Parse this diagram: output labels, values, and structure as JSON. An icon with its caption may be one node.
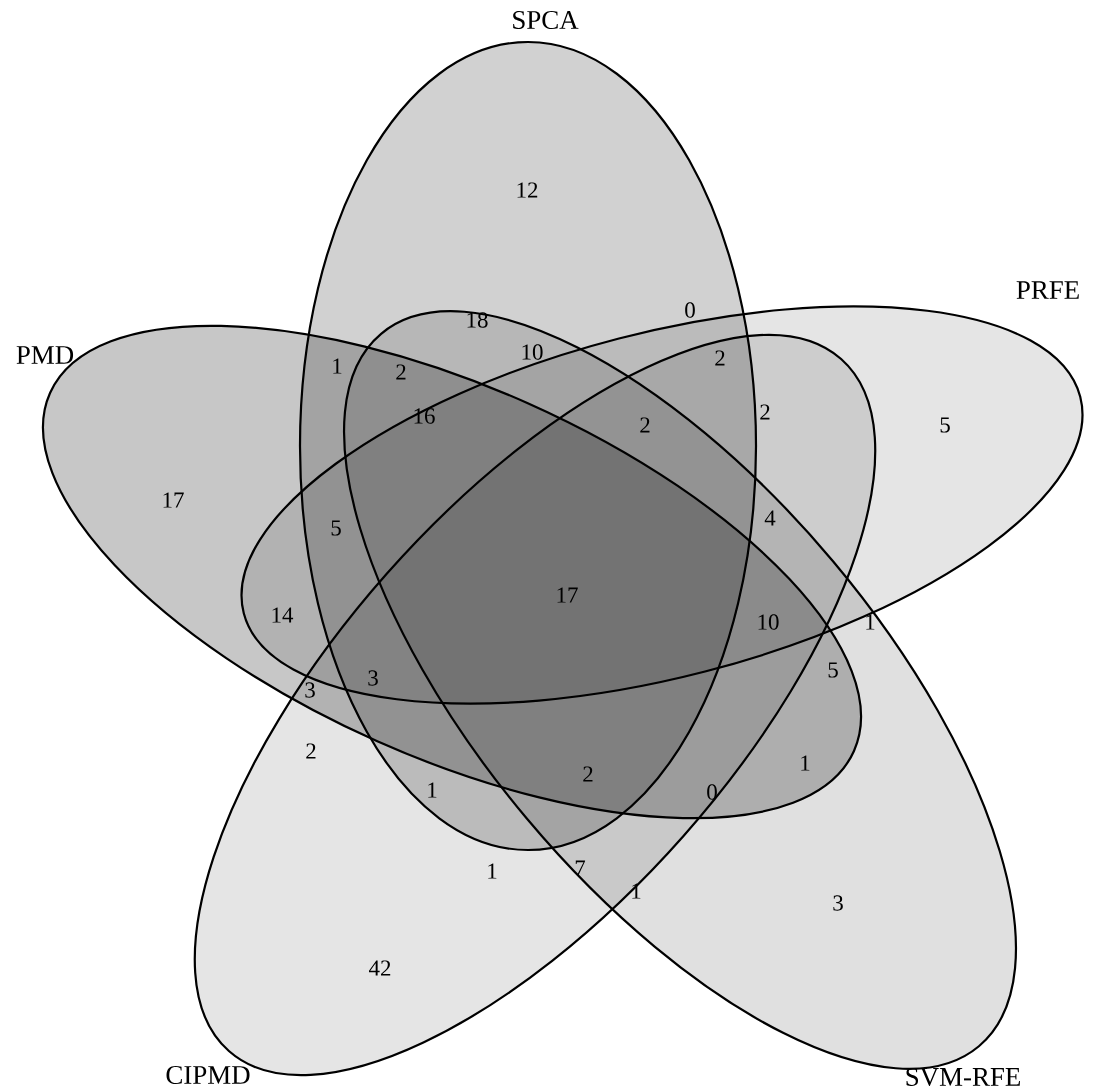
{
  "diagram": {
    "nodes": [
      {
        "text": [
          "SPCA"
        ]
      },
      {
        "text": [
          "PRFE"
        ]
      },
      {
        "text": [
          "PMD"
        ]
      },
      {
        "text": [
          "CIPMD"
        ]
      },
      {
        "text": [
          "SVM-RFE"
        ]
      }
    ],
    "labels": [
      "12",
      "0",
      "18",
      "10",
      "1",
      "2",
      "2",
      "2",
      "2",
      "5",
      "16",
      "17",
      "4",
      "5",
      "17",
      "14",
      "10",
      "1",
      "5",
      "3",
      "3",
      "2",
      "1",
      "1",
      "0",
      "2",
      "1",
      "7",
      "1",
      "3",
      "42"
    ]
  }
}
